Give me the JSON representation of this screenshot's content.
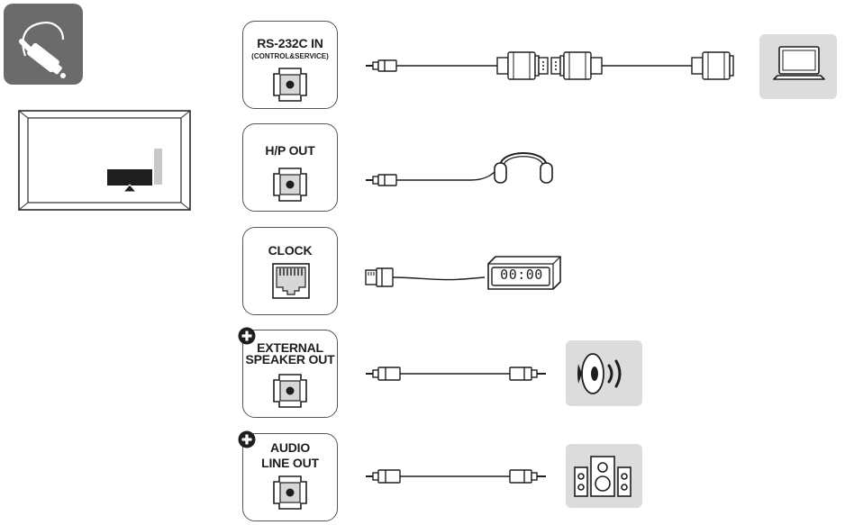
{
  "ports": [
    {
      "label": "RS-232C IN",
      "sublabel": "(CONTROL&SERVICE)",
      "icon": "round-jack-icon",
      "device": "laptop-icon",
      "cable": "stereo-plug-to-dsub-cable",
      "optional": false
    },
    {
      "label": "H/P OUT",
      "icon": "round-jack-icon",
      "device": "headphones-icon",
      "cable": "stereo-plug-cable",
      "optional": false
    },
    {
      "label": "CLOCK",
      "icon": "rj45-jack-icon",
      "device": "digital-clock-icon",
      "cable": "rj45-cable",
      "optional": false
    },
    {
      "label": "EXTERNAL",
      "label2": "SPEAKER OUT",
      "icon": "round-jack-icon",
      "device": "speaker-icon",
      "cable": "stereo-plug-both-ends-cable",
      "optional": true
    },
    {
      "label": "AUDIO",
      "label2": "LINE OUT",
      "icon": "round-jack-icon",
      "device": "speaker-system-icon",
      "cable": "stereo-plug-both-ends-cable",
      "optional": true
    }
  ],
  "clock_display": "00:00",
  "icons": {
    "top_left": "cable-connection-icon",
    "tv": "tv-rear-panel-icon",
    "plus": "plus-circle-icon"
  },
  "colors": {
    "tile_dark": "#6b6b6b",
    "tile_light": "#dcdcdc",
    "line": "#1e1e1e"
  }
}
